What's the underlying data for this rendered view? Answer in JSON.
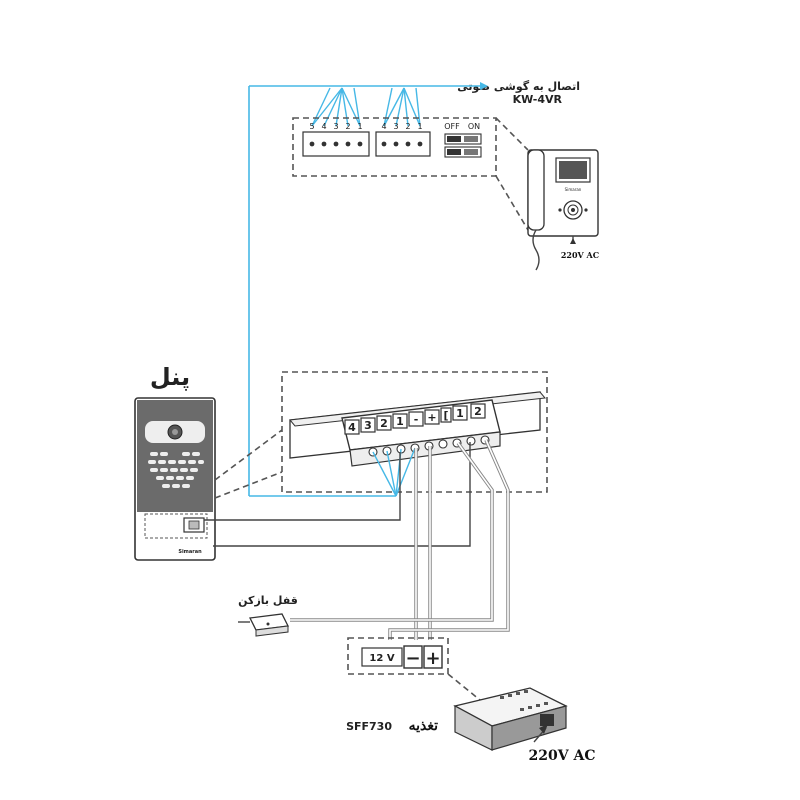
{
  "monitor_section": {
    "connect_label": "اتصال به گوشی صوتی",
    "model_label": "KW-4VR",
    "terminal_block_a": [
      "5",
      "4",
      "3",
      "2",
      "1"
    ],
    "terminal_block_b": [
      "4",
      "3",
      "2",
      "1"
    ],
    "switch_off_label": "OFF",
    "switch_on_label": "ON",
    "monitor_brand": "Simaran",
    "monitor_power": "220V AC"
  },
  "panel_section": {
    "panel_label": "پنل",
    "panel_brand": "Simaran",
    "terminal_labels": [
      "4",
      "3",
      "2",
      "1",
      "-",
      "+",
      "[",
      "1",
      "2"
    ]
  },
  "lock_section": {
    "lock_label": "قفل بازکن"
  },
  "power_section": {
    "voltage_label": "12 V",
    "minus_label": "−",
    "plus_label": "+",
    "supply_label": "تغذیه",
    "supply_model": "SFF730",
    "supply_power": "220V AC"
  },
  "colors": {
    "signal_wire": "#46b8e6",
    "wire": "#444444",
    "dashed_border": "#555555"
  }
}
